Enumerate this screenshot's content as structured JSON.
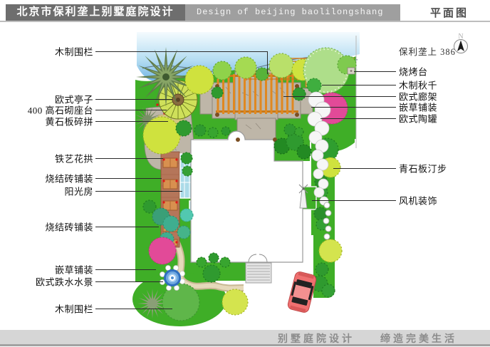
{
  "header": {
    "title_cn": "北京市保利垄上别墅庭院设计",
    "title_en": "Design of beijing baolilongshang",
    "view_label": "平面图"
  },
  "compass": {
    "site_label": "保利垄上 386",
    "north_letter": "N"
  },
  "plan_labels": {
    "left": [
      {
        "text": "木制围栏"
      },
      {
        "text": "欧式亭子"
      },
      {
        "text": "400 高石砌座台"
      },
      {
        "text": "黄石板碎拼"
      },
      {
        "text": "铁艺花拱"
      },
      {
        "text": "烧结砖铺装"
      },
      {
        "text": "阳光房"
      },
      {
        "text": "烧结砖铺装"
      },
      {
        "text": "嵌草铺装"
      },
      {
        "text": "欧式跌水水景"
      },
      {
        "text": "木制围栏"
      }
    ],
    "right": [
      {
        "text": "烧烤台"
      },
      {
        "text": "木制秋千"
      },
      {
        "text": "欧式廊架"
      },
      {
        "text": "嵌草铺装"
      },
      {
        "text": "欧式陶罐"
      },
      {
        "text": "青石板汀步"
      },
      {
        "text": "风机装饰"
      }
    ]
  },
  "footer": {
    "slogan": "别墅庭院设计　　缔造完美生活"
  },
  "legend_colors": {
    "header_dark": "#6e6e6e",
    "header_mid": "#9f9f9f",
    "lawn_green": "#3fae27",
    "tree_yellow": "#cfe23e",
    "flower_pink": "#e24a98",
    "water_blue": "#6fb4e4",
    "brick": "#b5765a",
    "pergola_orange": "#e08820",
    "car_red": "#ef7070",
    "path_tan": "#d3c29e",
    "stone_gray": "#beb6a8",
    "sunroom_blue": "#abdbe8"
  }
}
